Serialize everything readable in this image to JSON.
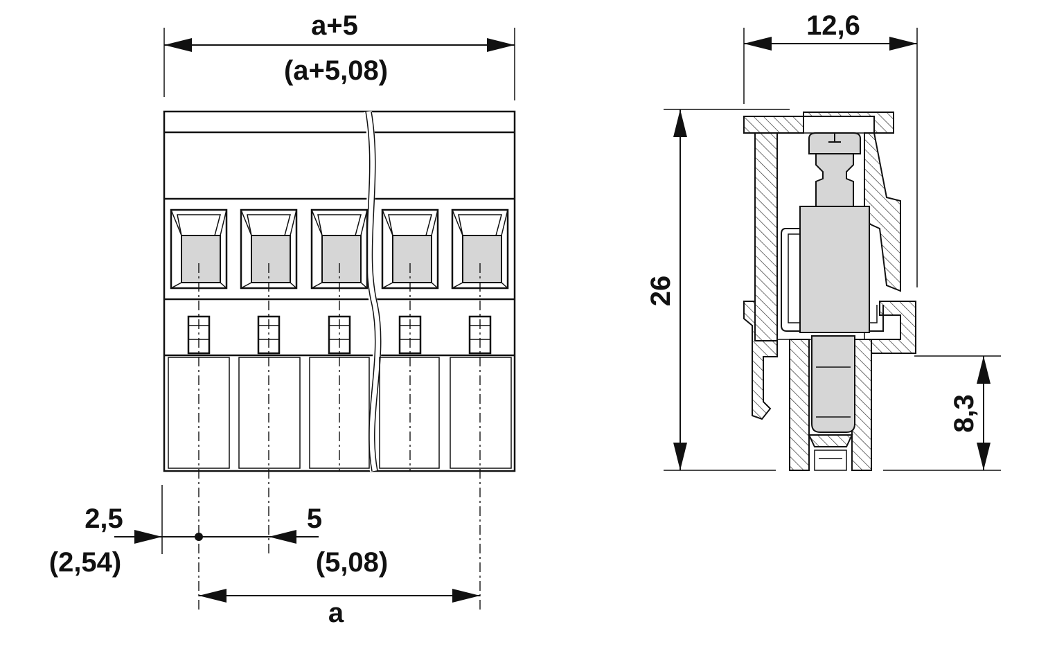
{
  "dimensions": {
    "overall_width": "a+5",
    "overall_width_alt": "(a+5,08)",
    "depth": "12,6",
    "height": "26",
    "pin_height": "8,3",
    "offset": "2,5",
    "offset_alt": "(2,54)",
    "pitch": "5",
    "pitch_alt": "(5,08)",
    "span": "a"
  },
  "front_view": {
    "terminal_count": 5
  },
  "colors": {
    "line": "#111111",
    "fill_grey": "#d6d6d6",
    "background": "#ffffff"
  }
}
